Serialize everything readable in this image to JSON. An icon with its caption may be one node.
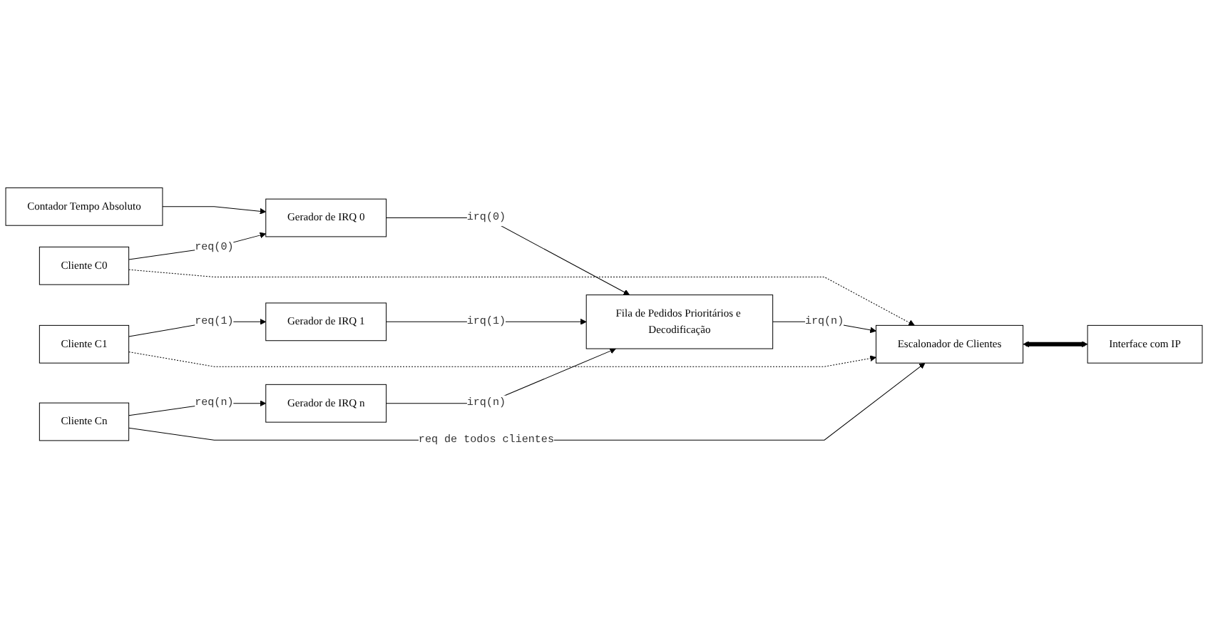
{
  "diagram": {
    "nodes": [
      {
        "text": [
          "Contador Tempo Absoluto"
        ]
      },
      {
        "text": [
          "Cliente C0"
        ]
      },
      {
        "text": [
          "Gerador de IRQ 0"
        ]
      },
      {
        "text": [
          "Cliente C1"
        ]
      },
      {
        "text": [
          "Gerador de IRQ 1"
        ]
      },
      {
        "text": [
          "Cliente Cn"
        ]
      },
      {
        "text": [
          "Gerador de IRQ n"
        ]
      },
      {
        "text": [
          "Fila de Pedidos Prioritários e Decodificação"
        ]
      },
      {
        "text": [
          "Escalonador de Clientes"
        ]
      },
      {
        "text": [
          "Interface com IP"
        ]
      }
    ],
    "edges": [
      {
        "from": 0,
        "to": 2,
        "arrow": "to"
      },
      {
        "from": 1,
        "to": 2,
        "arrow": "to",
        "label": "req(0)"
      },
      {
        "from": 3,
        "to": 4,
        "arrow": "to",
        "label": "req(1)"
      },
      {
        "from": 5,
        "to": 6,
        "arrow": "to",
        "label": "req(n)"
      },
      {
        "from": 2,
        "to": 7,
        "arrow": "to",
        "label": "irq(0)"
      },
      {
        "from": 4,
        "to": 7,
        "arrow": "to",
        "label": "irq(1)"
      },
      {
        "from": 6,
        "to": 7,
        "arrow": "to",
        "label": "irq(n)"
      },
      {
        "from": 7,
        "to": 8,
        "arrow": "to",
        "label": "irq(n)"
      },
      {
        "from": 8,
        "to": 9,
        "arrow": "both",
        "style": "thick"
      },
      {
        "from": 1,
        "to": 8,
        "arrow": "to",
        "style": "dashed"
      },
      {
        "from": 3,
        "to": 8,
        "arrow": "to",
        "style": "dashed"
      },
      {
        "from": 5,
        "to": 8,
        "arrow": "to",
        "label": "req de todos clientes"
      }
    ]
  }
}
